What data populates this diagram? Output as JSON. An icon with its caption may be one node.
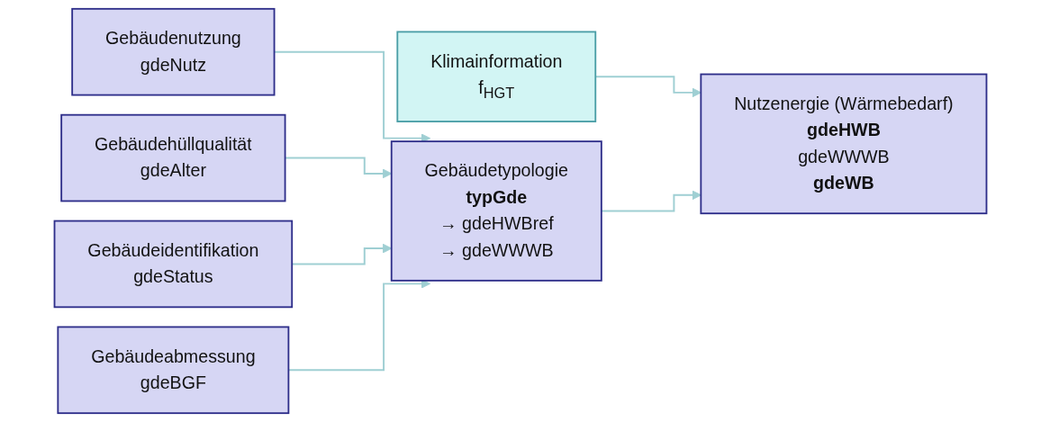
{
  "diagram": {
    "nodes": [
      {
        "text": [
          "Klimainformation",
          "f$_{HGT}$"
        ]
      },
      {
        "text": [
          "Gebäudenutzung",
          "gdeNutz"
        ]
      },
      {
        "text": [
          "Gebäudehüllqualität",
          "gdeAlter"
        ]
      },
      {
        "text": [
          "Gebäudeidentifikation",
          "gdeStatus"
        ]
      },
      {
        "text": [
          "Gebäudeabmessung",
          "gdeBGF"
        ]
      },
      {
        "text": [
          "Gebäudetypologie",
          "**typGde**",
          "→ gdeHWBref",
          "→ gdeWWWB"
        ]
      },
      {
        "text": [
          "Nutzenergie (Wärmebedarf)",
          "**gdeHWB**",
          "gdeWWWB",
          "**gdeWB**"
        ]
      }
    ],
    "edges": [
      {
        "from": 0,
        "to": 6,
        "arrow": "to"
      },
      {
        "from": 1,
        "to": 5,
        "arrow": "to"
      },
      {
        "from": 2,
        "to": 5,
        "arrow": "to"
      },
      {
        "from": 3,
        "to": 5,
        "arrow": "to"
      },
      {
        "from": 4,
        "to": 5,
        "arrow": "to"
      },
      {
        "from": 5,
        "to": 6,
        "arrow": "to"
      }
    ]
  }
}
